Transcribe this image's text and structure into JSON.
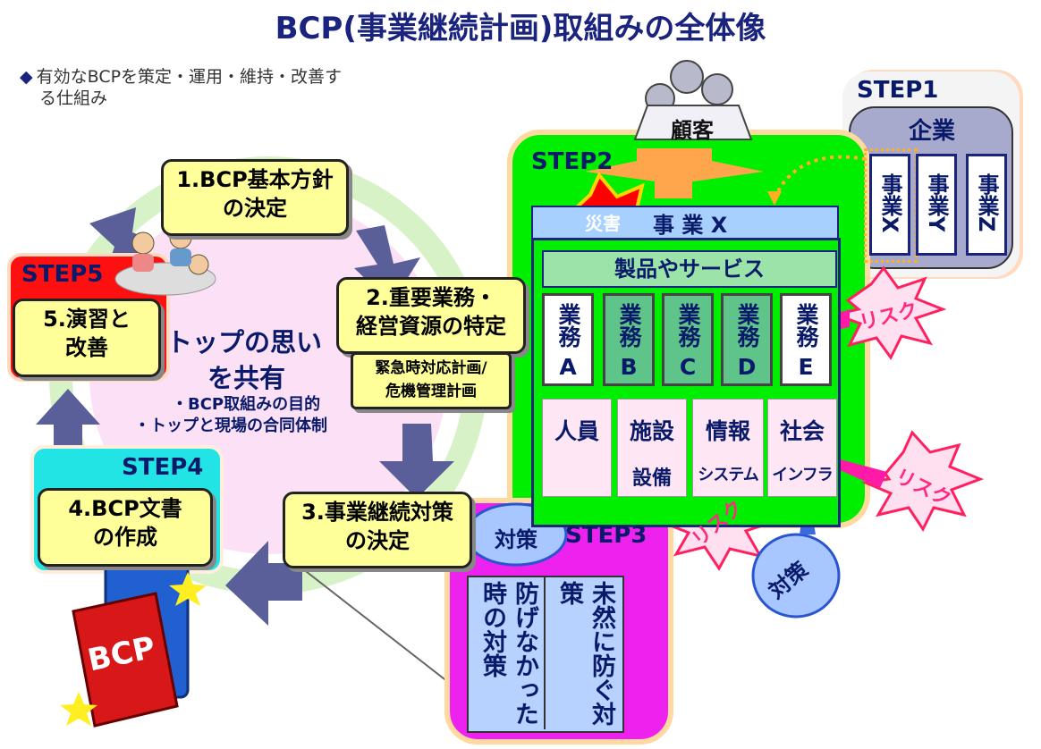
{
  "title": "BCP(事業継続計画)取組みの全体像",
  "intro": {
    "bullet": "◆",
    "line1": "有効なBCPを策定・運用・維持・改善す",
    "line2": "る仕組み"
  },
  "cycle": {
    "step1_box": {
      "line1": "1.BCP基本方針",
      "line2": "の決定"
    },
    "step2_box": {
      "line1": "2.重要業務・",
      "line2": "経営資源の特定"
    },
    "step2_sub": {
      "line1": "緊急時対応計画/",
      "line2": "危機管理計画"
    },
    "step3_box": {
      "line1": "3.事業継続対策",
      "line2": "の決定"
    },
    "step4_box": {
      "line1": "4.BCP文書",
      "line2": "の作成"
    },
    "step5_box": {
      "line1": "5.演習と",
      "line2": "改善"
    },
    "center": {
      "line1": "トップの思い",
      "line2": "を共有",
      "bullet1": "・BCP取組みの目的",
      "bullet2": "・トップと現場の合同体制"
    }
  },
  "labels": {
    "step1": "STEP1",
    "step2": "STEP2",
    "step3": "STEP3",
    "step4": "STEP4",
    "step5": "STEP5"
  },
  "customer": "顧客",
  "company": {
    "title": "企業",
    "businesses": [
      "事業X",
      "事業Y",
      "事業Z"
    ]
  },
  "business_x": "事 業 X",
  "disaster": "災害",
  "products": "製品やサービス",
  "tasks": [
    {
      "line1": "業務",
      "line2": "A"
    },
    {
      "line1": "業務",
      "line2": "B"
    },
    {
      "line1": "業務",
      "line2": "C"
    },
    {
      "line1": "業務",
      "line2": "D"
    },
    {
      "line1": "業務",
      "line2": "E"
    }
  ],
  "resources": [
    {
      "top": "人員",
      "bottom": ""
    },
    {
      "top": "施設",
      "bottom": "設備"
    },
    {
      "top": "情報",
      "bottom": "システム"
    },
    {
      "top": "社会",
      "bottom": "インフラ"
    }
  ],
  "risk": "リスク",
  "countermeasure": "対策",
  "step3_cols": [
    "未然に防ぐ対策",
    "防げなかった時の対策"
  ],
  "book": "BCP",
  "colors": {
    "title": "#1a237e",
    "step2_bg": "#00ee00",
    "step3_bg": "#ee22ee",
    "step5_bg": "#ff1010",
    "step4_bg": "#22e4e4",
    "cycle_ring": "#d8f2c8",
    "center_fill": "#fbe0f6"
  }
}
